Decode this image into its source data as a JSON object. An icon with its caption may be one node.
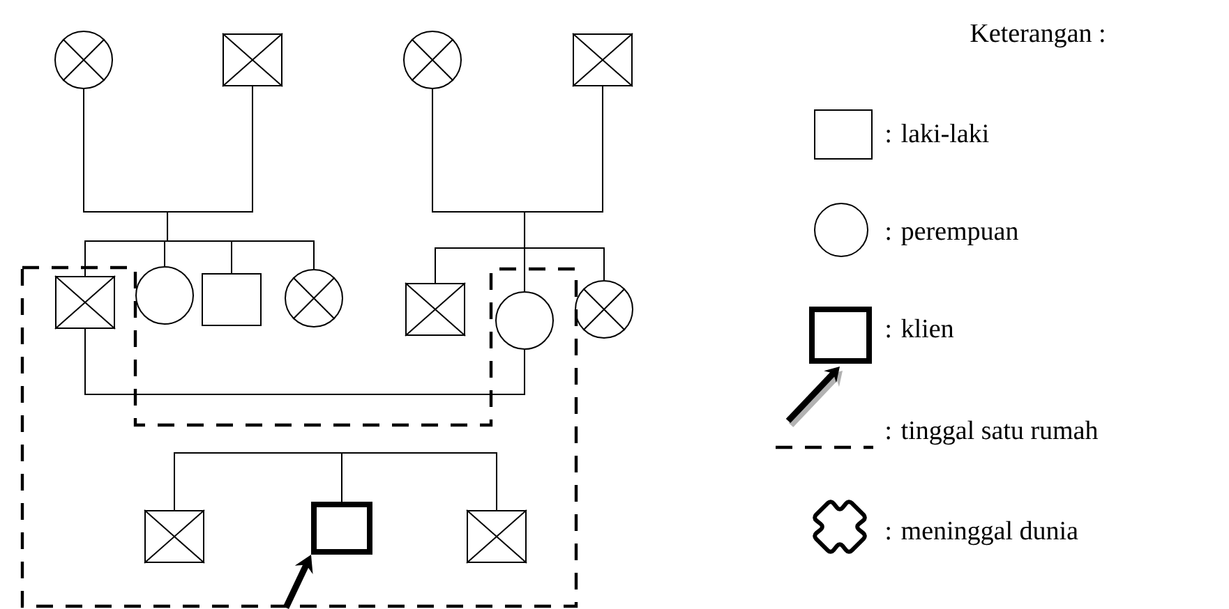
{
  "diagram": {
    "nodes": [
      {
        "text": [],
        "shape": "crossed-circle"
      },
      {
        "text": [],
        "shape": "crossed-box"
      },
      {
        "text": [],
        "shape": "crossed-circle"
      },
      {
        "text": [],
        "shape": "crossed-box"
      },
      {
        "text": [],
        "shape": "crossed-box"
      },
      {
        "text": [],
        "shape": "circle"
      },
      {
        "text": [],
        "shape": "box"
      },
      {
        "text": [],
        "shape": "crossed-circle"
      },
      {
        "text": [],
        "shape": "crossed-box"
      },
      {
        "text": [],
        "shape": "circle"
      },
      {
        "text": [],
        "shape": "crossed-circle"
      },
      {
        "text": [],
        "shape": "crossed-box"
      },
      {
        "text": [],
        "shape": "thick-box"
      },
      {
        "text": [],
        "shape": "crossed-box"
      }
    ],
    "edges": [
      {
        "from": 0,
        "to": 4,
        "arrow": "none"
      },
      {
        "from": 0,
        "to": 5,
        "arrow": "none"
      },
      {
        "from": 0,
        "to": 6,
        "arrow": "none"
      },
      {
        "from": 0,
        "to": 7,
        "arrow": "none"
      },
      {
        "from": 1,
        "to": 4,
        "arrow": "none"
      },
      {
        "from": 1,
        "to": 5,
        "arrow": "none"
      },
      {
        "from": 1,
        "to": 6,
        "arrow": "none"
      },
      {
        "from": 1,
        "to": 7,
        "arrow": "none"
      },
      {
        "from": 2,
        "to": 8,
        "arrow": "none"
      },
      {
        "from": 2,
        "to": 9,
        "arrow": "none"
      },
      {
        "from": 2,
        "to": 10,
        "arrow": "none"
      },
      {
        "from": 3,
        "to": 8,
        "arrow": "none"
      },
      {
        "from": 3,
        "to": 9,
        "arrow": "none"
      },
      {
        "from": 3,
        "to": 10,
        "arrow": "none"
      },
      {
        "from": 4,
        "to": 9,
        "arrow": "none"
      },
      {
        "from": 11,
        "to": 12,
        "arrow": "none"
      },
      {
        "from": 12,
        "to": 13,
        "arrow": "none"
      },
      {
        "from": null,
        "to": 12,
        "arrow": "to",
        "style": "thick"
      }
    ],
    "labels": [
      "Keterangan :"
    ],
    "legend": [
      {
        "text": ": laki-laki"
      },
      {
        "text": ": perempuan"
      },
      {
        "text": ": klien"
      },
      {
        "text": ": tinggal satu rumah"
      },
      {
        "text": ": meninggal dunia"
      }
    ]
  }
}
